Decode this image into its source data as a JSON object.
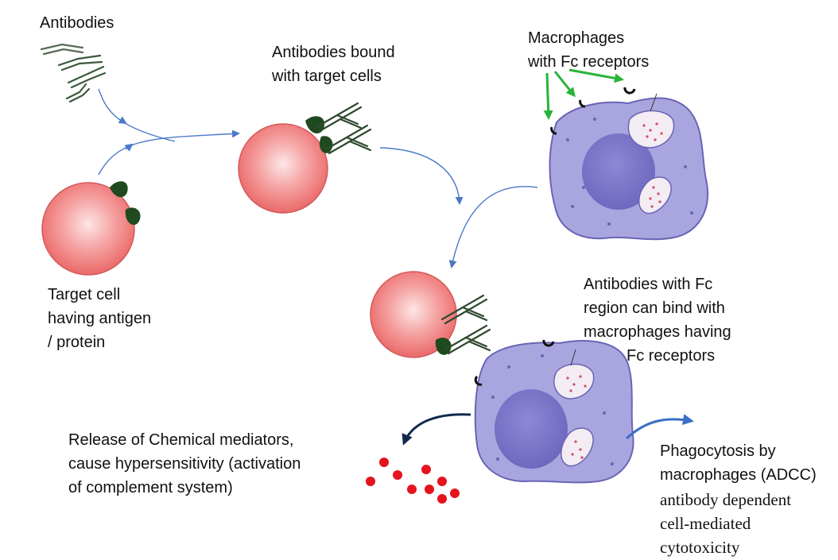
{
  "labels": {
    "antibodies": "Antibodies",
    "bound": {
      "line1": "Antibodies bound",
      "line2": "with target cells"
    },
    "macrophages": {
      "line1": "Macrophages",
      "line2": "with Fc receptors"
    },
    "target_cell": {
      "line1": "Target cell",
      "line2": "having antigen",
      "line3": "/ protein"
    },
    "fc_binding": {
      "line1": "Antibodies with Fc",
      "line2": "region can bind with",
      "line3": "macrophages having",
      "line4": "Fc receptors"
    },
    "mediators": {
      "line1": "Release of Chemical mediators,",
      "line2": "cause hypersensitivity (activation",
      "line3": "of complement system)"
    },
    "phagocytosis": {
      "line1": "Phagocytosis by",
      "line2": "macrophages (ADCC)",
      "line3": "antibody dependent",
      "line4": "cell-mediated",
      "line5": "cytotoxicity"
    }
  },
  "colors": {
    "red_cell": "#f07f7f",
    "antigen": "#1f4a1f",
    "antibody": "#2f4a2f",
    "macrophage": "#a9a6df",
    "nucleus": "#7c76c8",
    "receptor_arrow": "#27b43a",
    "flow_arrow": "#4a78c9",
    "mediator_arrow": "#12294f",
    "mediator_dot": "#e5131e"
  }
}
